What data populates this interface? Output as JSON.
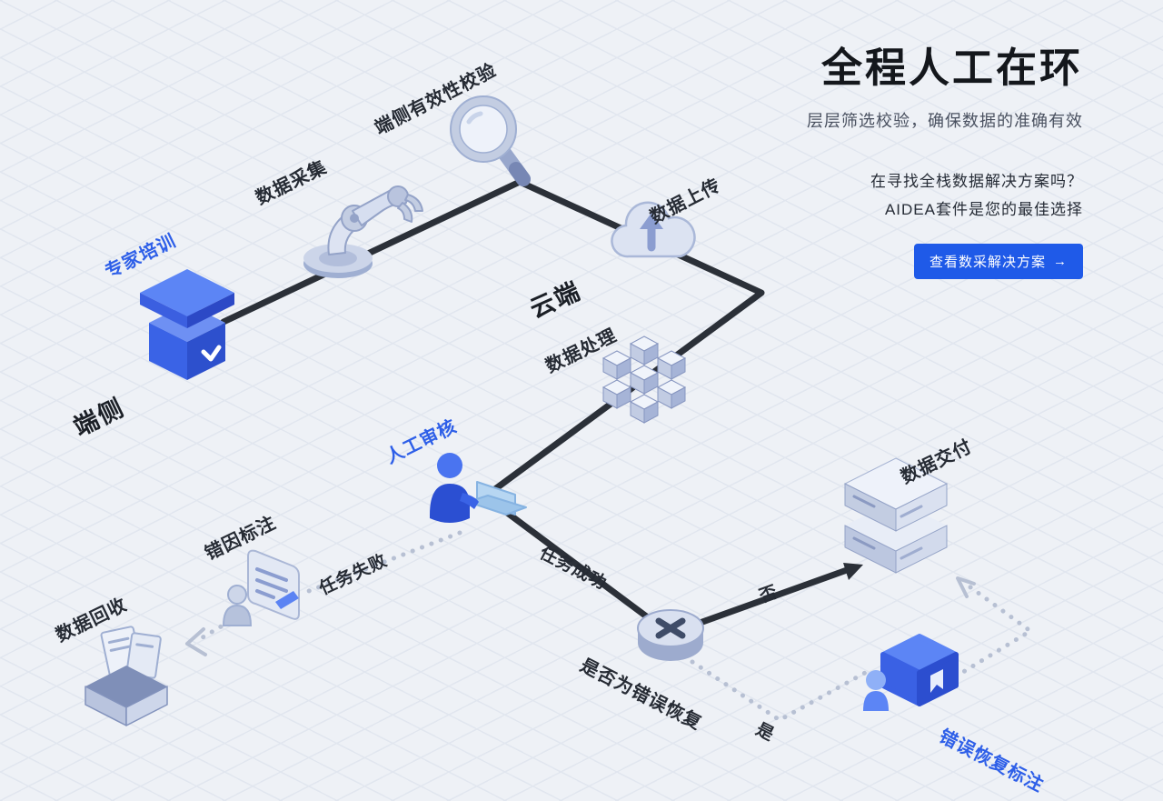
{
  "header": {
    "title": "全程人工在环",
    "subtitle": "层层筛选校验，确保数据的准确有效",
    "promo_line1": "在寻找全栈数据解决方案吗？",
    "promo_line2": "AIDEA套件是您的最佳选择",
    "cta_label": "查看数采解决方案",
    "cta_arrow": "→"
  },
  "diagram": {
    "zones": [
      "端侧",
      "云端"
    ],
    "labels": {
      "expert_training": "专家培训",
      "device_side": "端侧",
      "data_collection": "数据采集",
      "device_validation": "端侧有效性校验",
      "data_upload": "数据上传",
      "cloud_side": "云端",
      "data_processing": "数据处理",
      "manual_review": "人工审核",
      "task_failed": "任务失败",
      "error_cause_annotation": "错因标注",
      "data_recycle": "数据回收",
      "task_success": "任务成功",
      "decision_question": "是否为错误恢复",
      "branch_no": "否",
      "branch_yes": "是",
      "data_delivery": "数据交付",
      "error_recovery_annotation": "错误恢复标注"
    },
    "edges": [
      {
        "from": "端侧",
        "to": "数据采集",
        "style": "solid"
      },
      {
        "from": "数据采集",
        "to": "端侧有效性校验",
        "style": "solid"
      },
      {
        "from": "端侧有效性校验",
        "to": "数据上传",
        "style": "solid"
      },
      {
        "from": "数据上传",
        "to": "数据处理",
        "style": "solid"
      },
      {
        "from": "数据处理",
        "to": "人工审核",
        "style": "solid"
      },
      {
        "from": "人工审核",
        "to": "是否为错误恢复",
        "style": "solid",
        "label": "任务成功"
      },
      {
        "from": "人工审核",
        "to": "错因标注",
        "style": "dotted",
        "label": "任务失败"
      },
      {
        "from": "错因标注",
        "to": "数据回收",
        "style": "dotted"
      },
      {
        "from": "是否为错误恢复",
        "to": "数据交付",
        "style": "solid",
        "label": "否"
      },
      {
        "from": "是否为错误恢复",
        "to": "错误恢复标注",
        "style": "dotted",
        "label": "是"
      },
      {
        "from": "错误恢复标注",
        "to": "数据交付",
        "style": "dotted"
      }
    ]
  },
  "colors": {
    "accent_blue": "#1f5ae8",
    "label_blue": "#2e5fe8",
    "line_dark": "#2b3038",
    "dotted_gray": "#b7c0d3"
  }
}
